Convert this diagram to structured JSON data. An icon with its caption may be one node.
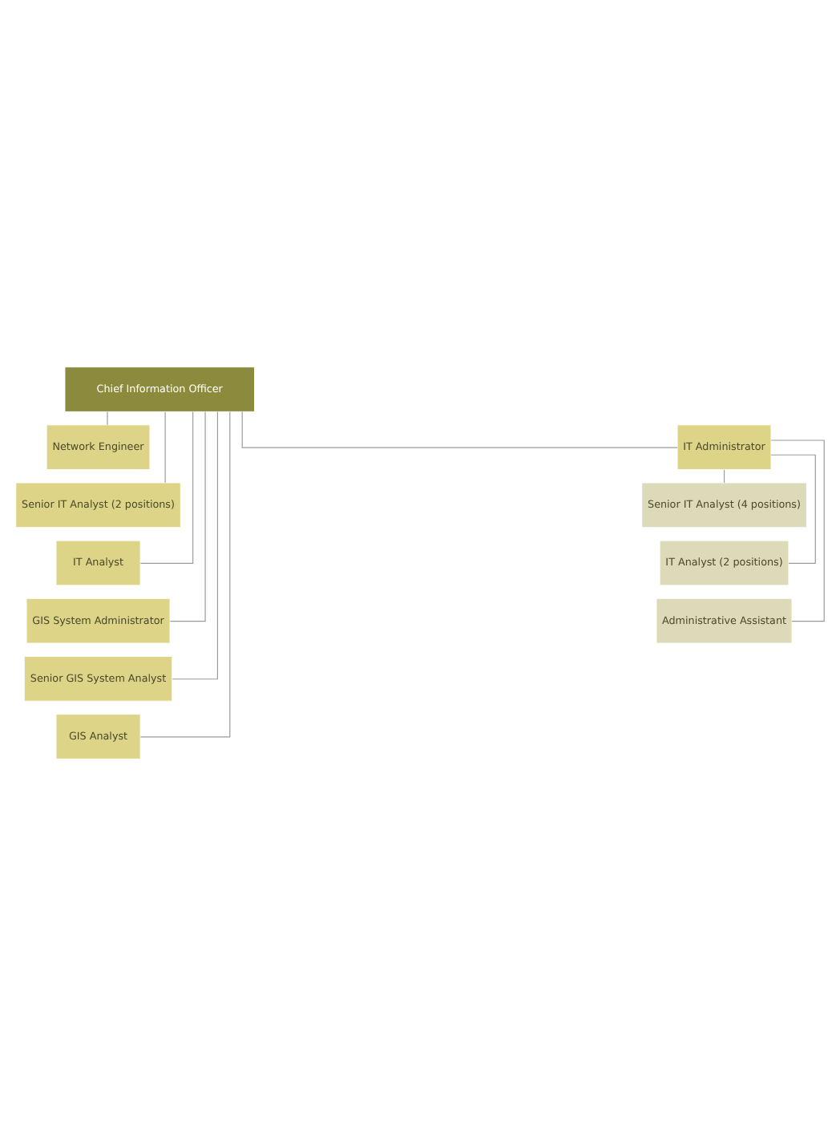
{
  "diagram": {
    "nodes": [
      {
        "text": [
          "Chief Information Officer"
        ]
      },
      {
        "text": [
          "Network Engineer"
        ]
      },
      {
        "text": [
          "Senior IT Analyst (2 positions)"
        ]
      },
      {
        "text": [
          "IT Analyst"
        ]
      },
      {
        "text": [
          "GIS System Administrator"
        ]
      },
      {
        "text": [
          "Senior GIS System Analyst"
        ]
      },
      {
        "text": [
          "GIS Analyst"
        ]
      },
      {
        "text": [
          "IT Administrator"
        ]
      },
      {
        "text": [
          "Senior IT Analyst (4 positions)"
        ]
      },
      {
        "text": [
          "IT Analyst (2 positions)"
        ]
      },
      {
        "text": [
          "Administrative Assistant"
        ]
      }
    ],
    "edges": [
      {
        "from": 0,
        "to": 1,
        "arrow": "none"
      },
      {
        "from": 0,
        "to": 2,
        "arrow": "none"
      },
      {
        "from": 0,
        "to": 3,
        "arrow": "none"
      },
      {
        "from": 0,
        "to": 4,
        "arrow": "none"
      },
      {
        "from": 0,
        "to": 5,
        "arrow": "none"
      },
      {
        "from": 0,
        "to": 6,
        "arrow": "none"
      },
      {
        "from": 0,
        "to": 7,
        "arrow": "none"
      },
      {
        "from": 7,
        "to": 8,
        "arrow": "none"
      },
      {
        "from": 7,
        "to": 9,
        "arrow": "none"
      },
      {
        "from": 7,
        "to": 10,
        "arrow": "none"
      }
    ]
  }
}
